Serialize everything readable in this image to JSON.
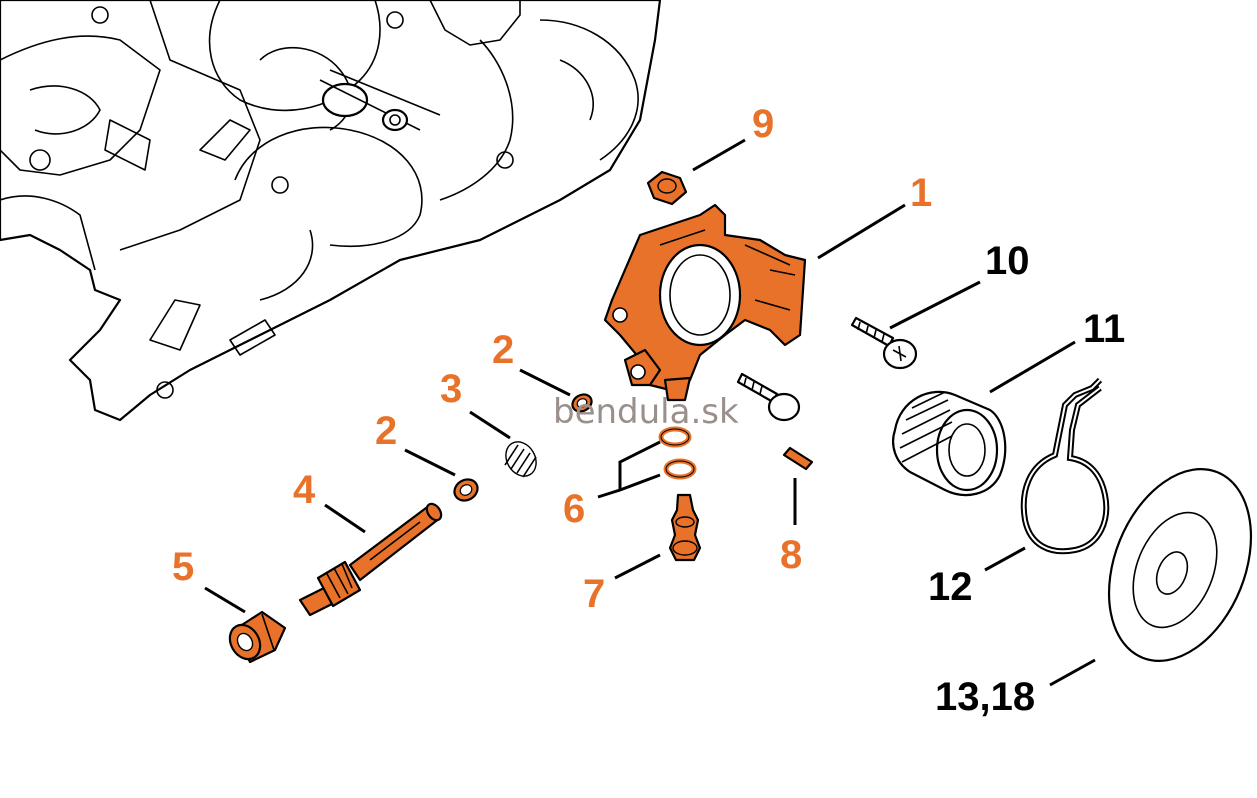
{
  "colors": {
    "highlight_part": "#e8722a",
    "highlight_label": "#e8722a",
    "normal_label": "#000000",
    "line_art": "#000000",
    "background": "#ffffff",
    "watermark": "#9a8f8a"
  },
  "watermark": {
    "text": "bendula.sk"
  },
  "callouts": [
    {
      "id": "9",
      "label": "9",
      "highlighted": true
    },
    {
      "id": "1",
      "label": "1",
      "highlighted": true
    },
    {
      "id": "10",
      "label": "10",
      "highlighted": false
    },
    {
      "id": "11",
      "label": "11",
      "highlighted": false
    },
    {
      "id": "2a",
      "label": "2",
      "highlighted": true
    },
    {
      "id": "3",
      "label": "3",
      "highlighted": true
    },
    {
      "id": "2b",
      "label": "2",
      "highlighted": true
    },
    {
      "id": "4",
      "label": "4",
      "highlighted": true
    },
    {
      "id": "6",
      "label": "6",
      "highlighted": true
    },
    {
      "id": "8",
      "label": "8",
      "highlighted": true
    },
    {
      "id": "5",
      "label": "5",
      "highlighted": true
    },
    {
      "id": "7",
      "label": "7",
      "highlighted": true
    },
    {
      "id": "12",
      "label": "12",
      "highlighted": false
    },
    {
      "id": "13_18",
      "label": "13,18",
      "highlighted": false
    }
  ]
}
